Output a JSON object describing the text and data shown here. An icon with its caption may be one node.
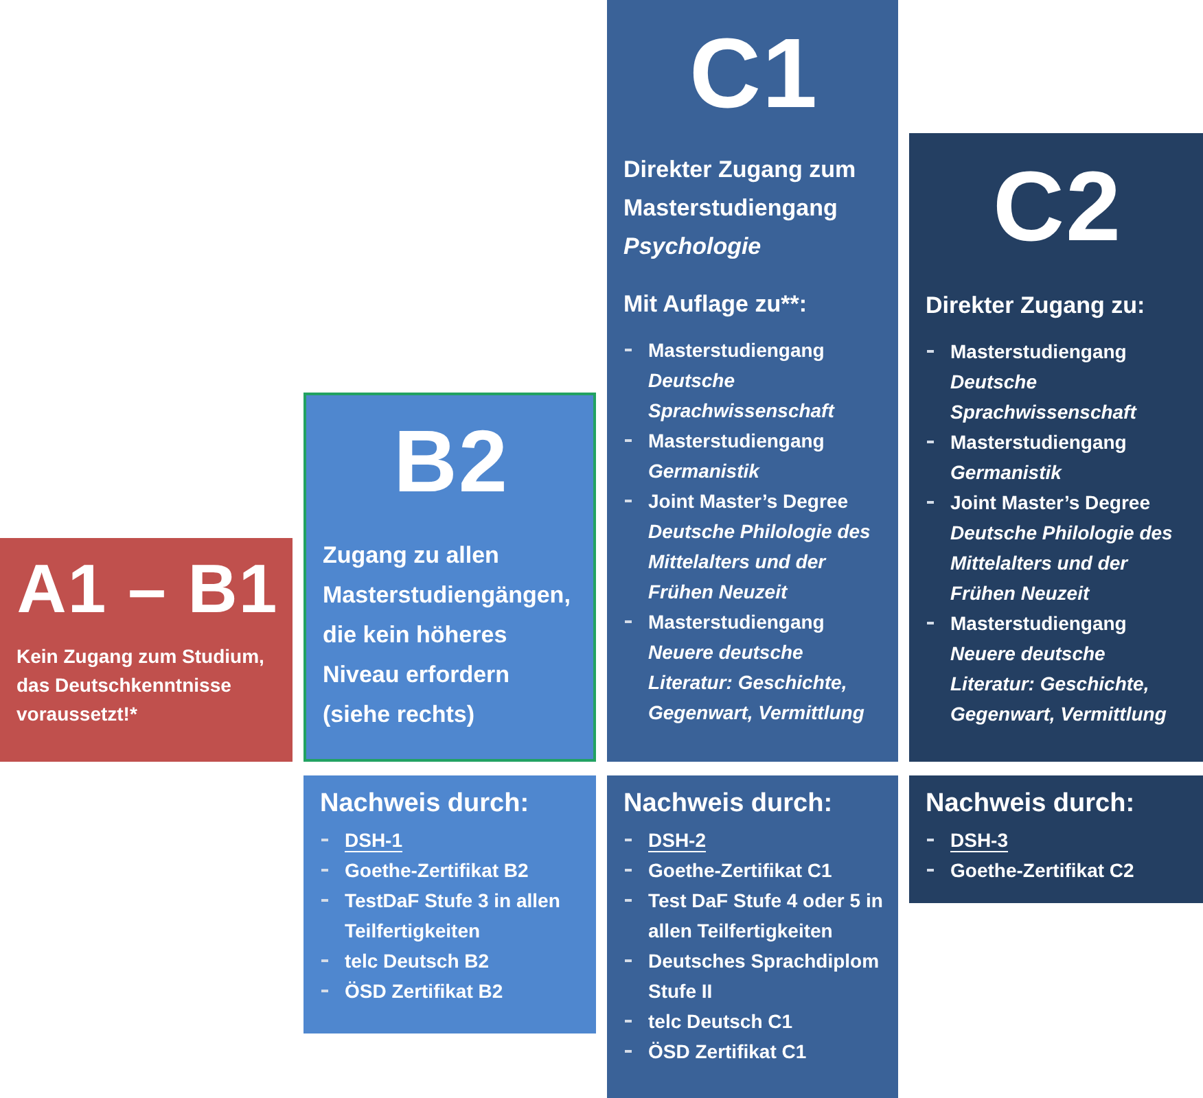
{
  "diagram": {
    "nodes": [
      {
        "text": [
          "A1 – B1",
          "Kein Zugang zum Studium, das Deutschkenntnisse voraussetzt!*"
        ]
      },
      {
        "text": [
          "B2",
          "Zugang zu allen Masterstudiengängen, die kein höheres Niveau erfordern (siehe rechts)"
        ]
      },
      {
        "text": [
          "C1",
          "Direkter Zugang zum Masterstudiengang *Psychologie*",
          "Mit Auflage zu**:",
          "Masterstudiengang *Deutsche Sprachwissenschaft*",
          "Masterstudiengang *Germanistik*",
          "Joint Master’s Degree *Deutsche Philologie des Mittelalters und der Frühen Neuzeit*",
          "Masterstudiengang *Neuere deutsche Literatur: Geschichte, Gegenwart, Vermittlung*"
        ]
      },
      {
        "text": [
          "C2",
          "Direkter Zugang zu:",
          "Masterstudiengang *Deutsche Sprachwissenschaft*",
          "Masterstudiengang *Germanistik*",
          "Joint Master’s Degree *Deutsche Philologie des Mittelalters und der Frühen Neuzeit*",
          "Masterstudiengang *Neuere deutsche Literatur: Geschichte, Gegenwart, Vermittlung*"
        ]
      },
      {
        "text": [
          "Nachweis durch:",
          "DSH-1",
          "Goethe-Zertifikat B2",
          "TestDaF Stufe 3 in allen Teilfertigkeiten",
          "telc Deutsch B2",
          "ÖSD Zertifikat B2"
        ]
      },
      {
        "text": [
          "Nachweis durch:",
          "DSH-2",
          "Goethe-Zertifikat C1",
          "Test DaF Stufe 4 oder 5 in allen Teilfertigkeiten",
          "Deutsches Sprachdiplom Stufe II",
          "telc Deutsch C1",
          "ÖSD Zertifikat C1"
        ]
      },
      {
        "text": [
          "Nachweis durch:",
          "DSH-3",
          "Goethe-Zertifikat C2"
        ]
      }
    ]
  }
}
